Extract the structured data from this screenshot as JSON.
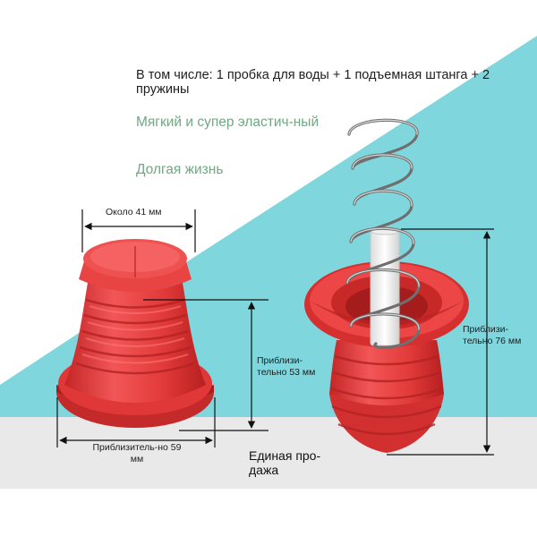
{
  "headline": "В том числе: 1 пробка для воды + 1 подъемная штанга + 2 пружины",
  "features": {
    "soft": "Мягкий и супер эластич-ный",
    "durable": "Долгая жизнь"
  },
  "dimensions": {
    "top_diameter": "Около 41 мм",
    "body_height": "Приблизи-тельно 53 мм",
    "base_diameter": "Приблизитель-но 59 мм",
    "total_height": "Приблизи-тельно 76 мм"
  },
  "sale_note": "Единая про-дажа",
  "colors": {
    "background_teal": "#7fd6dd",
    "floor_gray": "#e9e9e9",
    "plug_red": "#e23a3a",
    "rod_white": "#f3f3f3",
    "spring_steel": "#8a8a8a",
    "feature_green": "#6fa882"
  }
}
